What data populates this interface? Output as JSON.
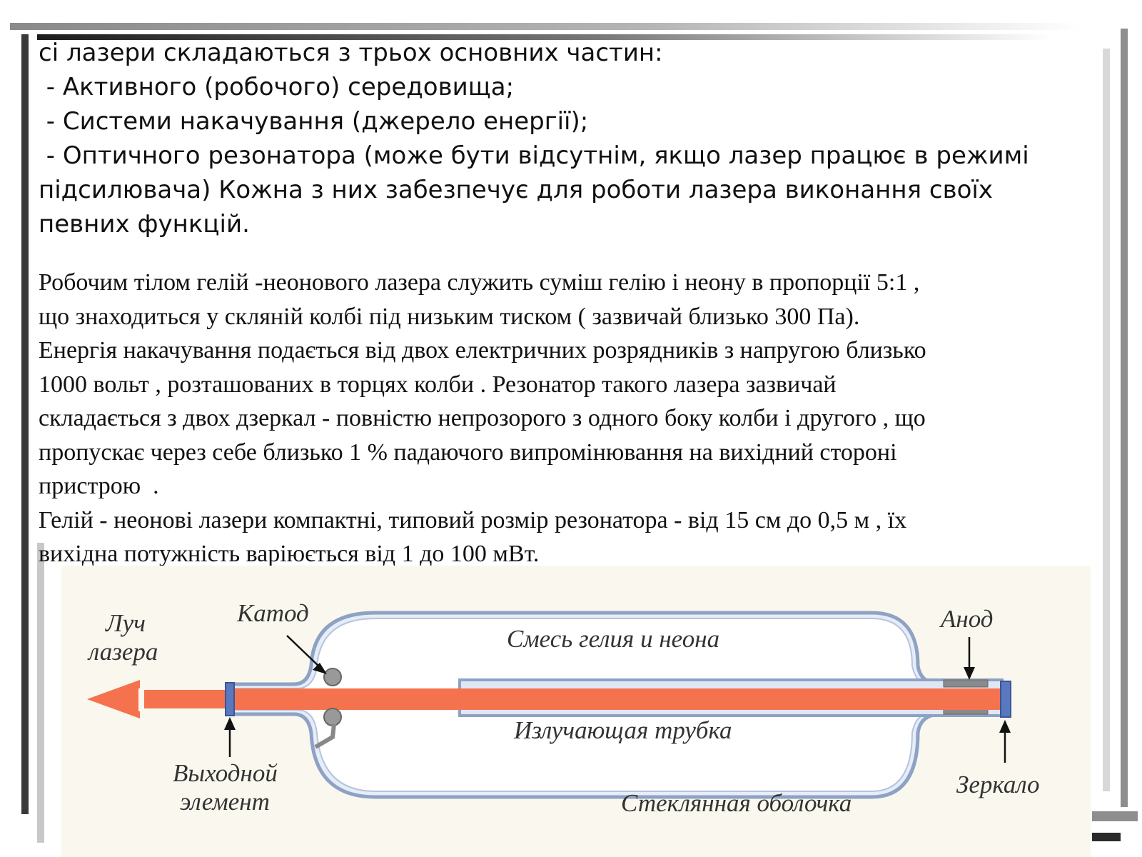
{
  "intro": {
    "lines": [
      "сі лазери складаються з трьох основних частин:",
      " - Активного (робочого) середовища;",
      " - Системи накачування (джерело енергії);",
      " - Оптичного резонатора (може бути відсутнім, якщо лазер працює в режимі",
      "підсилювача) Кожна з них забезпечує для роботи лазера виконання своїх",
      "певних функцій."
    ]
  },
  "description": {
    "lines": [
      "Робочим тілом гелій -неонового лазера служить суміш гелію і неону в пропорції 5:1 ,",
      "що знаходиться у скляній колбі під низьким тиском ( зазвичай близько 300 Па).",
      "Енергія накачування подається від двох електричних розрядників з напругою близько",
      "1000 вольт , розташованих в торцях колби . Резонатор такого лазера зазвичай",
      "складається з двох дзеркал - повністю непрозорого з одного боку колби і другого , що",
      "пропускає через себе близько 1 % падаючого випромінювання на вихідний стороні",
      "пристрою  .",
      "Гелій - неонові лазери компактні, типовий розмір резонатора - від 15 см до 0,5 м , їх",
      "вихідна потужність варіюється від 1 до 100 мВт."
    ]
  },
  "diagram": {
    "labels": {
      "beam_line1": "Луч",
      "beam_line2": "лазера",
      "cathode": "Катод",
      "mixture": "Смесь гелия и неона",
      "anode": "Анод",
      "tube": "Излучающая трубка",
      "output_line1": "Выходной",
      "output_line2": "элемент",
      "mirror": "Зеркало",
      "shell": "Стеклянная оболочка"
    },
    "colors": {
      "beam": "#f5724f",
      "glass_stroke": "#8da2c4",
      "glass_fill": "#e7edf8",
      "electrode": "#999999",
      "mirror_blue": "#5a78c0",
      "background": "#faf8ee"
    }
  }
}
